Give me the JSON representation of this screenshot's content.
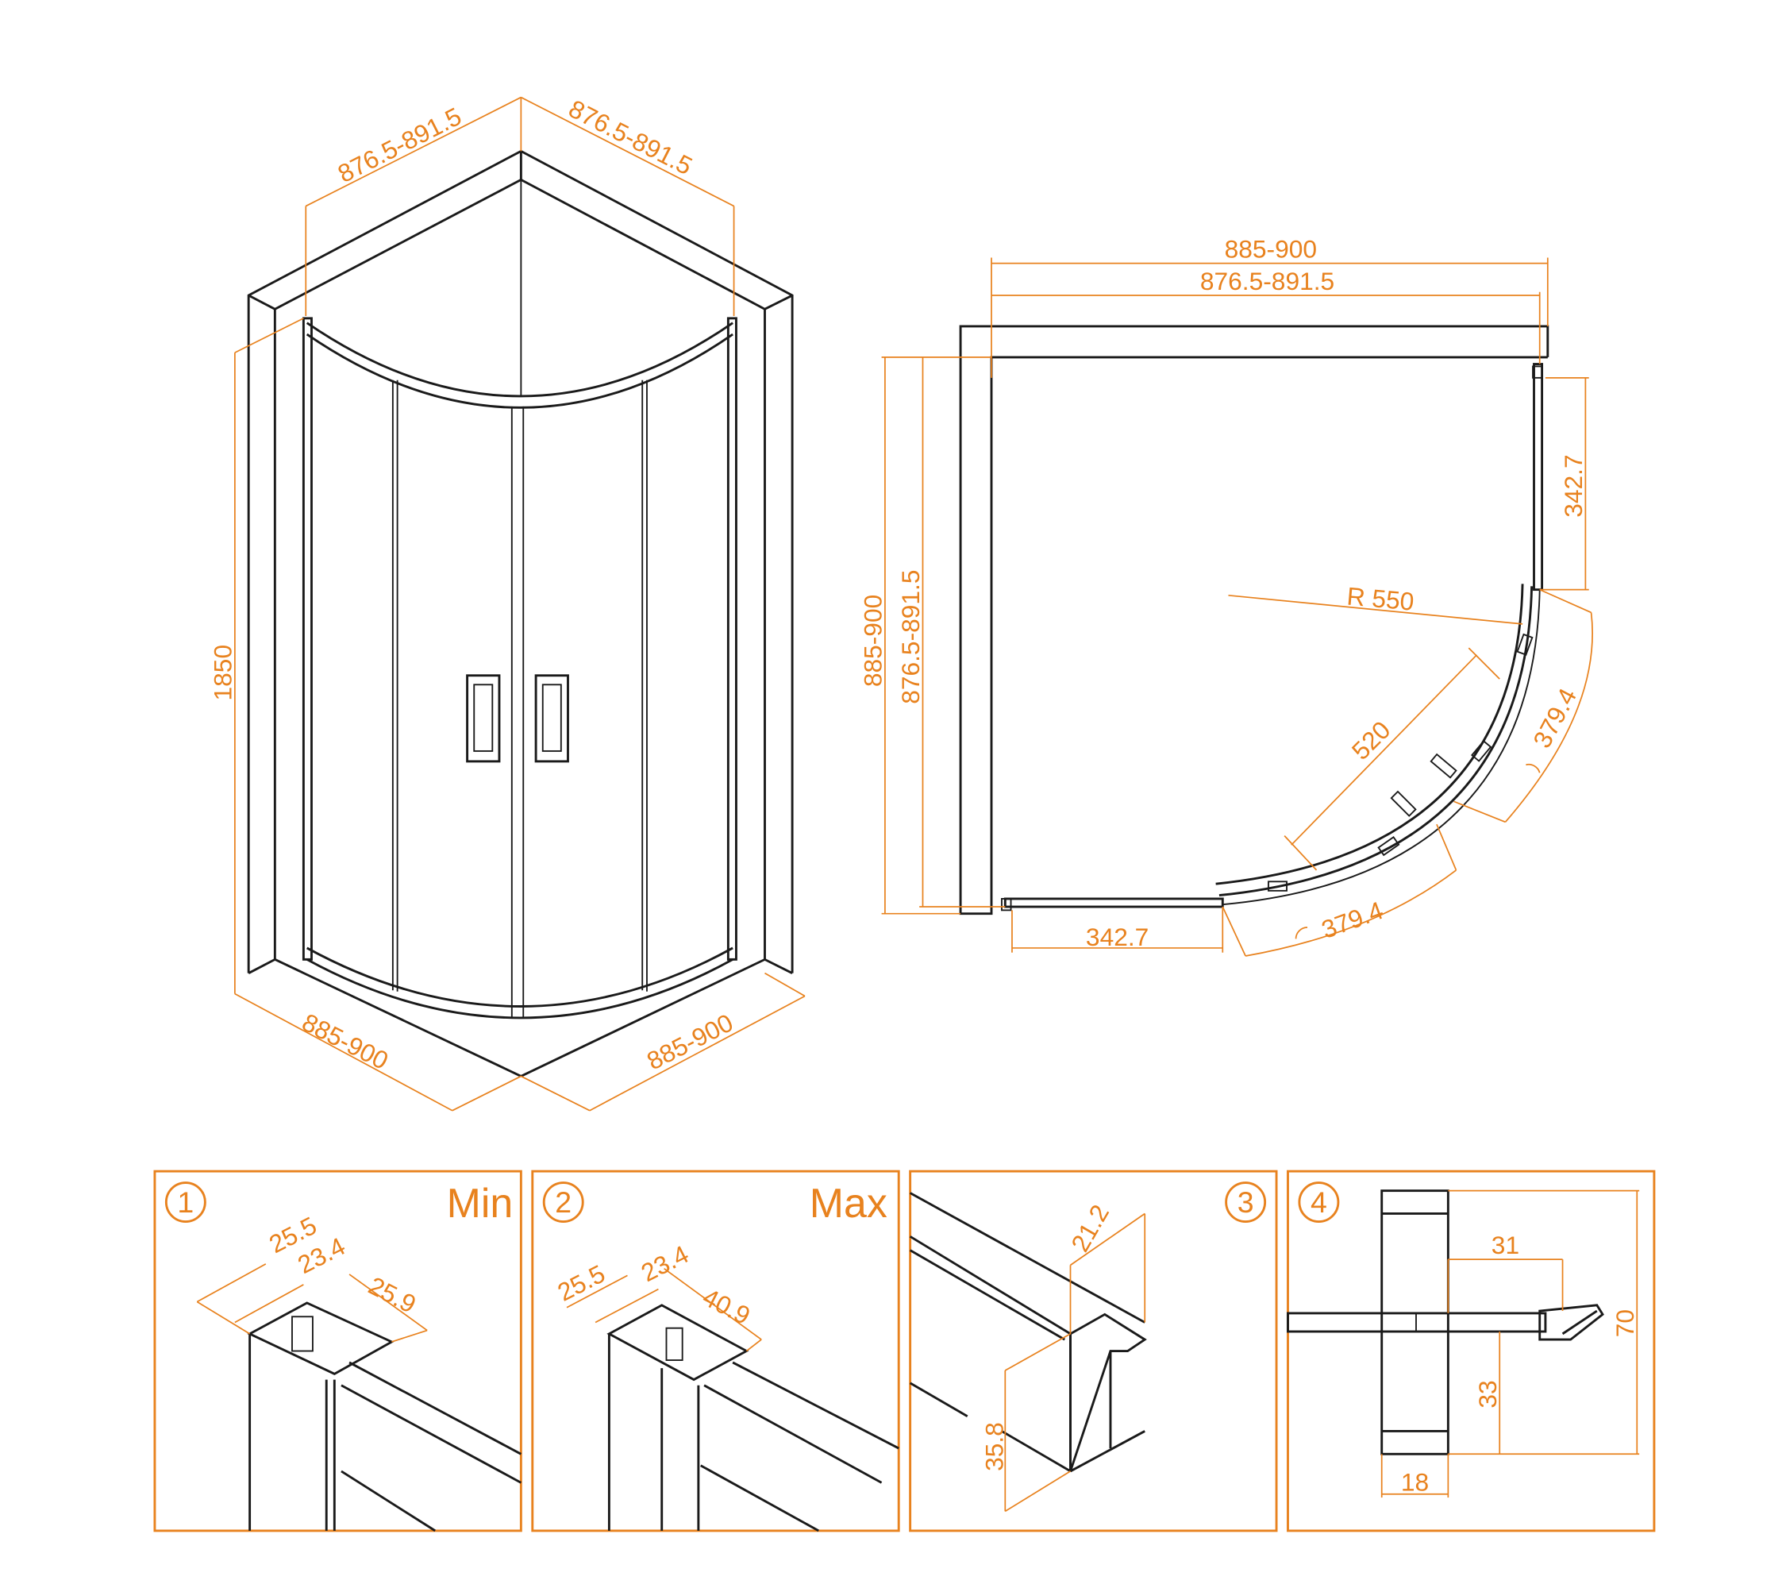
{
  "colors": {
    "dimension": "#E8821E",
    "outline": "#1a1a1a"
  },
  "iso_view": {
    "top_left_width": "876.5-891.5",
    "top_right_width": "876.5-891.5",
    "height": "1850",
    "bottom_left_width": "885-900",
    "bottom_right_width": "885-900"
  },
  "plan_view": {
    "outer_width": "885-900",
    "inner_width": "876.5-891.5",
    "outer_depth": "885-900",
    "inner_depth": "876.5-891.5",
    "fixed_panel_right": "342.7",
    "fixed_panel_bottom": "342.7",
    "radius": "R 550",
    "opening": "520",
    "arc_right": "379.4",
    "arc_bottom": "379.4"
  },
  "details": [
    {
      "number": "1",
      "title": "Min",
      "dims": [
        "25.5",
        "23.4",
        "25.9"
      ]
    },
    {
      "number": "2",
      "title": "Max",
      "dims": [
        "25.5",
        "23.4",
        "40.9"
      ]
    },
    {
      "number": "3",
      "dims": [
        "21.2",
        "35.8"
      ]
    },
    {
      "number": "4",
      "dims": [
        "31",
        "70",
        "33",
        "18"
      ]
    }
  ]
}
